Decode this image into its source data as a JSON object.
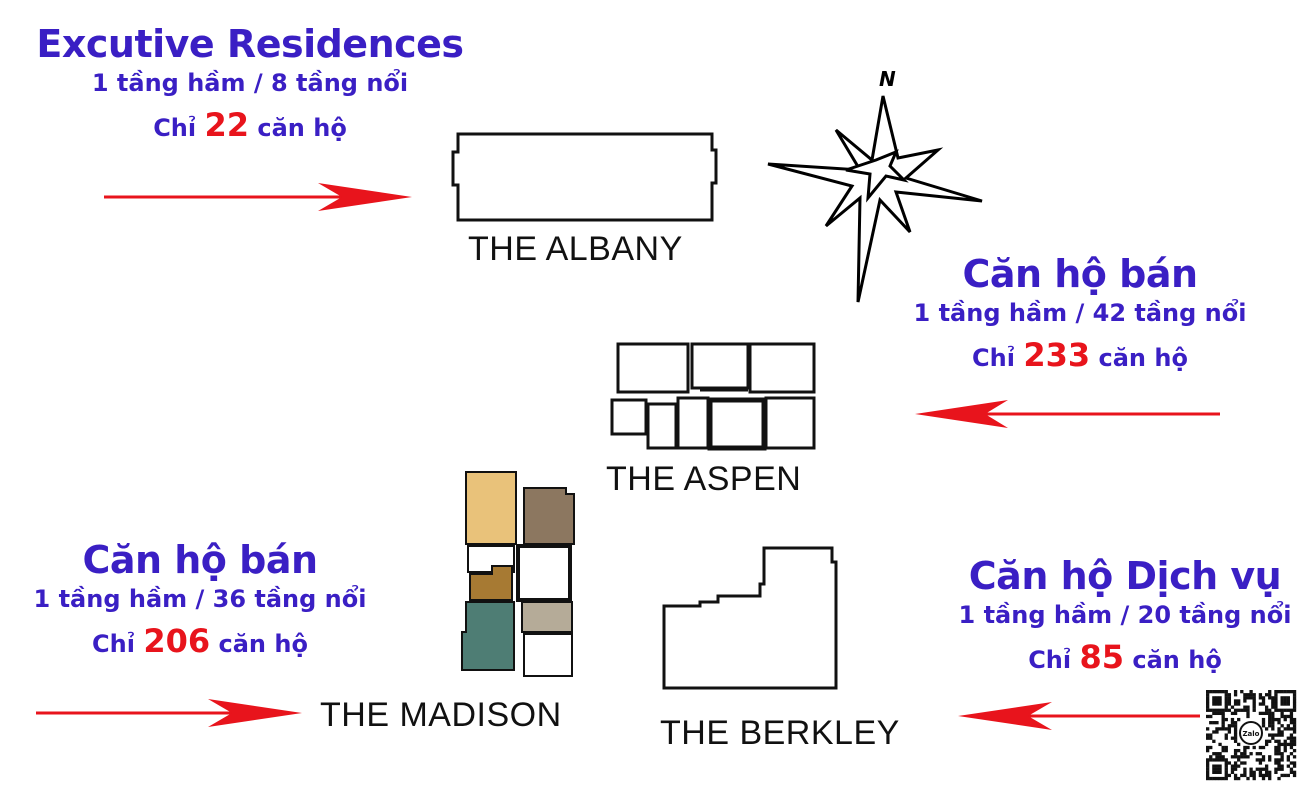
{
  "albany": {
    "title": "Excutive Residences",
    "floors": "1 tầng hầm / 8 tầng nổi",
    "units_prefix": "Chỉ",
    "units_count": "22",
    "units_suffix": "căn hộ",
    "building_name": "THE ALBANY"
  },
  "aspen": {
    "title": "Căn hộ bán",
    "floors": "1 tầng hầm / 42 tầng nổi",
    "units_prefix": "Chỉ",
    "units_count": "233",
    "units_suffix": "căn hộ",
    "building_name": "THE ASPEN"
  },
  "madison": {
    "title": "Căn hộ bán",
    "floors": "1 tầng hầm / 36 tầng nổi",
    "units_prefix": "Chỉ",
    "units_count": "206",
    "units_suffix": "căn hộ",
    "building_name": "THE MADISON"
  },
  "berkley": {
    "title": "Căn hộ Dịch vụ",
    "floors": "1 tầng hầm / 20 tầng nổi",
    "units_prefix": "Chỉ",
    "units_count": "85",
    "units_suffix": "căn hộ",
    "building_name": "THE BERKLEY"
  },
  "compass": {
    "north_label": "N",
    "icon": "compass-rose-icon"
  },
  "qr": {
    "logo_label": "Zalo",
    "icon": "qr-code-icon"
  },
  "colors": {
    "text_blue": "#3a1fc4",
    "number_red": "#e8141c",
    "arrow_red": "#e8141c",
    "madison_tan": "#e9c27a",
    "madison_brown": "#8c7760",
    "madison_ochre": "#a77a33",
    "madison_teal": "#4e7d74",
    "madison_gray": "#b5ab98"
  }
}
